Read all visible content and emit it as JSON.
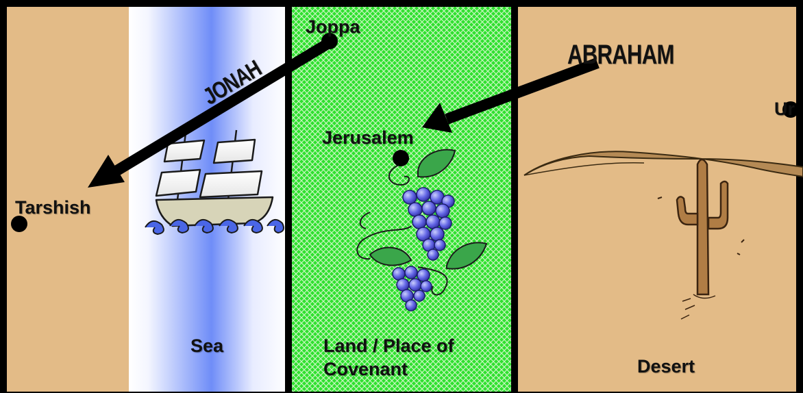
{
  "colors": {
    "desert": "#e3bb87",
    "sea_light": "#f2f4ff",
    "sea_deep": "#6f8df8",
    "land": "#2fe02f",
    "border": "#000000"
  },
  "regions": {
    "sea": "Sea",
    "land": "Land / Place of Covenant",
    "land_line1": "Land / Place of",
    "land_line2": "Covenant",
    "desert": "Desert"
  },
  "places": {
    "joppa": "Joppa",
    "jerusalem": "Jerusalem",
    "tarshish": "Tarshish",
    "ur": "Ur"
  },
  "journeys": {
    "jonah": "JONAH",
    "abraham": "ABRAHAM"
  },
  "icons": [
    "ship-icon",
    "grapevine-icon",
    "cactus-icon",
    "sand-dune-icon"
  ]
}
